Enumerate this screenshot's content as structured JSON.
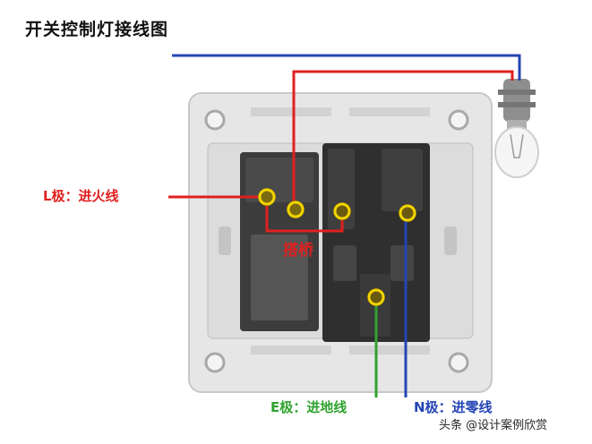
{
  "title": "开关控制灯接线图",
  "labels": {
    "live": "L极：进火线",
    "bridge": "搭桥",
    "earth": "E极：进地线",
    "neutral": "N极：进零线"
  },
  "watermark": "头条 @设计案例欣赏",
  "colors": {
    "live": "#e02020",
    "neutral": "#2445b5",
    "earth": "#2fa32f",
    "terminal_ring": "#f2d400"
  }
}
